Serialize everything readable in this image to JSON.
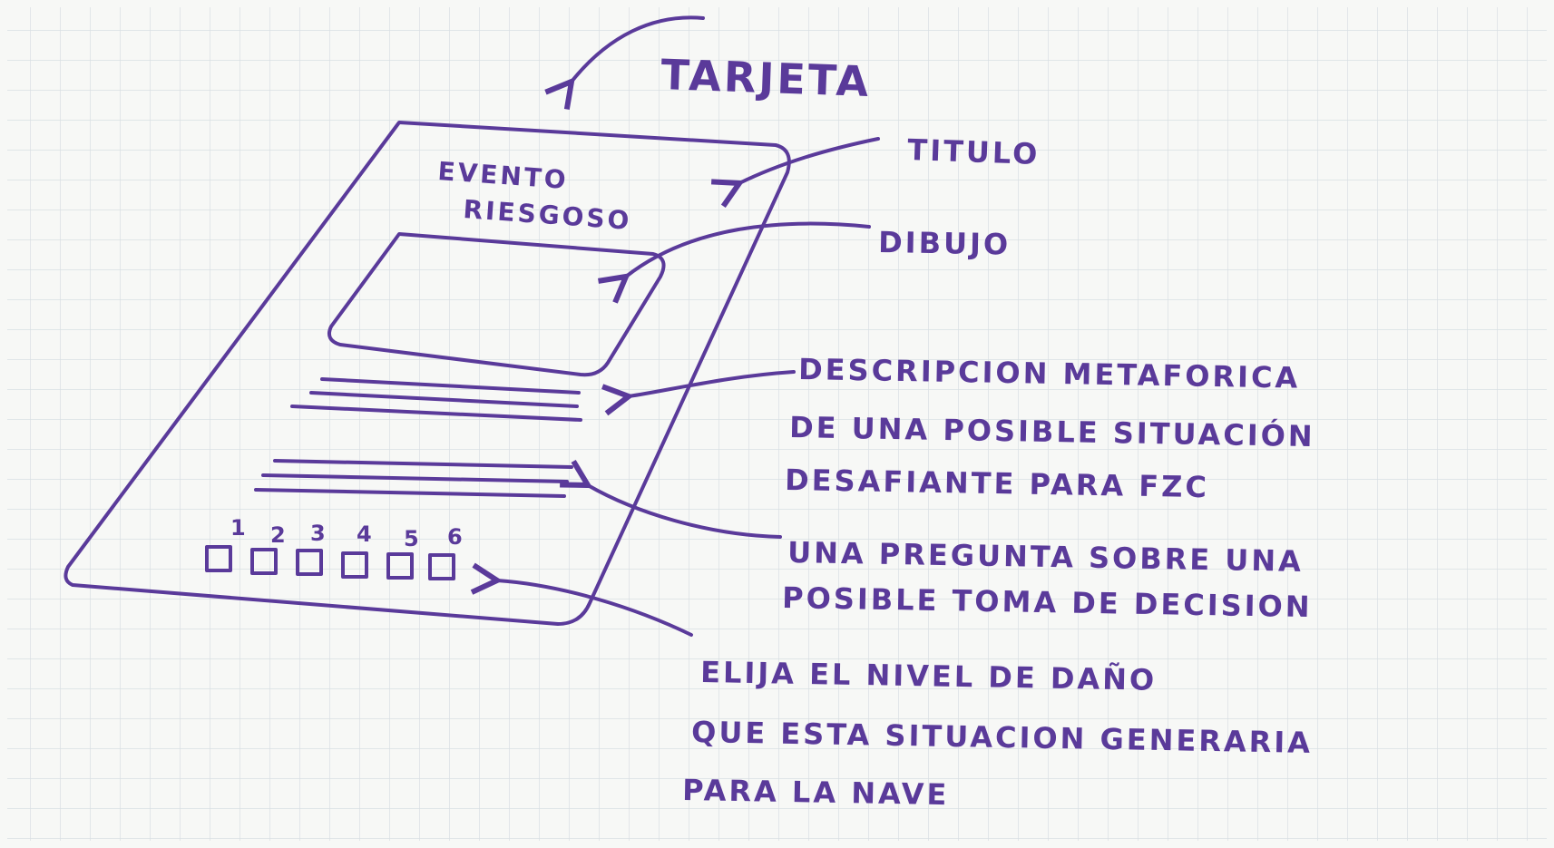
{
  "sketch": {
    "heading": "TARJETA",
    "card": {
      "title_line1": "EVENTO",
      "title_line2": "RIESGOSO",
      "damage_levels": [
        "1",
        "2",
        "3",
        "4",
        "5",
        "6"
      ]
    },
    "annotations": {
      "titulo": "TITULO",
      "dibujo": "DIBUJO",
      "descripcion": [
        "DESCRIPCION METAFORICA",
        "DE UNA POSIBLE SITUACIÓN",
        "DESAFIANTE PARA  FZC"
      ],
      "pregunta": [
        "UNA PREGUNTA SOBRE UNA",
        "POSIBLE TOMA DE DECISION"
      ],
      "nivel": [
        "ELIJA EL NIVEL DE DAÑO",
        "QUE ESTA SITUACION GENERARIA",
        "PARA LA NAVE"
      ]
    },
    "colors": {
      "ink": "#5a3a9a",
      "grid": "#d9dfe3",
      "paper": "#f7f8f6"
    }
  }
}
